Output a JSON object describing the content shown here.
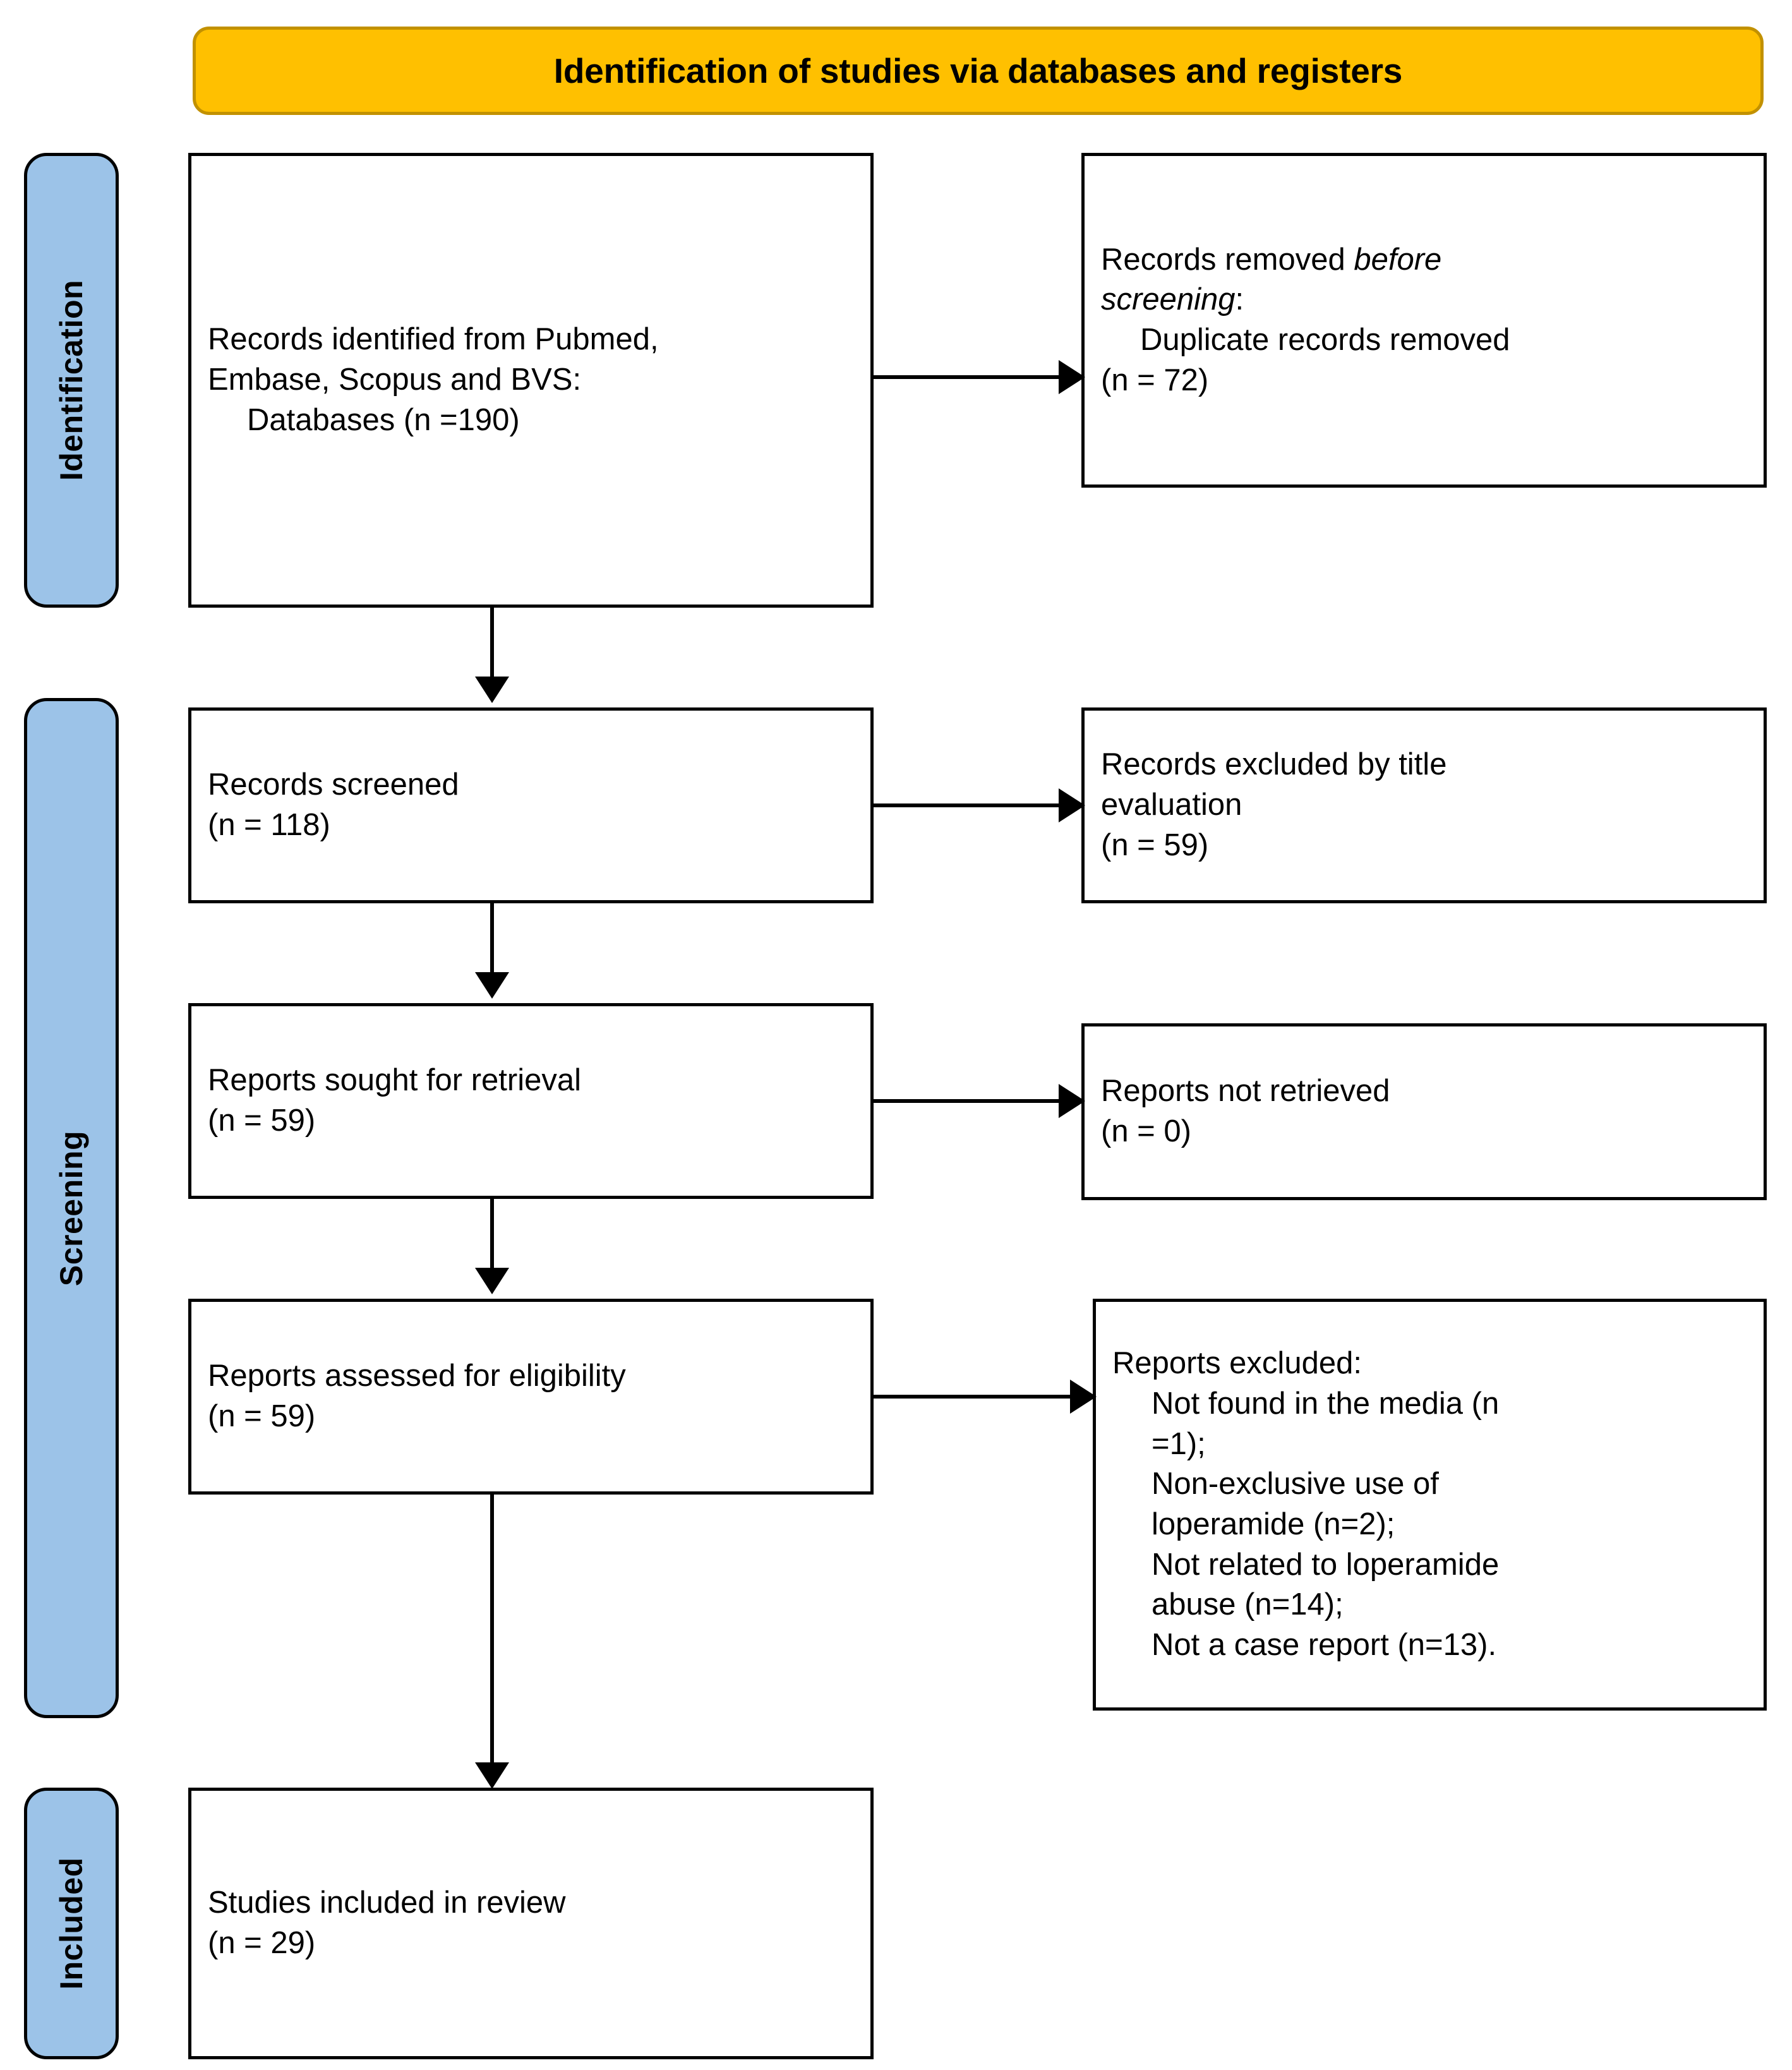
{
  "header": {
    "title": "Identification of studies via databases and registers"
  },
  "stages": [
    {
      "id": "identification",
      "label": "Identification"
    },
    {
      "id": "screening",
      "label": "Screening"
    },
    {
      "id": "included",
      "label": "Included"
    }
  ],
  "boxes": {
    "records_identified": {
      "line1": "Records identified from Pubmed,",
      "line2": "Embase, Scopus and BVS:",
      "line3": "Databases (n =190)"
    },
    "records_removed": {
      "line1_prefix": "Records removed ",
      "line1_italic": "before",
      "line2_italic": "screening",
      "line2_suffix": ":",
      "line3": "Duplicate records removed",
      "line4": "(n = 72)"
    },
    "records_screened": {
      "line1": "Records screened",
      "line2": "(n = 118)"
    },
    "records_excluded_title": {
      "line1": "Records excluded by title",
      "line2": "evaluation",
      "line3": "(n = 59)"
    },
    "reports_sought": {
      "line1": "Reports sought for retrieval",
      "line2": "(n = 59)"
    },
    "reports_not_retrieved": {
      "line1": "Reports not retrieved",
      "line2": "(n = 0)"
    },
    "reports_assessed": {
      "line1": "Reports assessed for eligibility",
      "line2": "(n = 59)"
    },
    "reports_excluded": {
      "line1": "Reports excluded:",
      "line2": "Not found in the media (n",
      "line3": "=1);",
      "line4": "Non-exclusive use of",
      "line5": "loperamide (n=2);",
      "line6": "Not related to loperamide",
      "line7": "abuse (n=14);",
      "line8": "Not a case report (n=13)."
    },
    "studies_included": {
      "line1": "Studies included in review",
      "line2": "(n = 29)"
    }
  },
  "colors": {
    "header_fill": "#FFC000",
    "header_border": "#C29100",
    "stage_fill": "#9CC3E8",
    "box_border": "#000000",
    "box_fill": "#FFFFFF"
  }
}
